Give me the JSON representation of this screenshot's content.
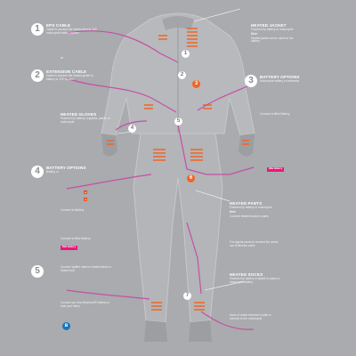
{
  "colors": {
    "background": "#a9abae",
    "suit": "#b6b8bb",
    "cable": "#c64fa5",
    "heater": "#f26522",
    "brand": "#e6197b"
  },
  "items": [
    {
      "num": "1",
      "title": "EPS CABLE",
      "body": "Cable to connect the heated item to 12V motorcycle battery system"
    },
    {
      "num": "2",
      "title": "EXTENSION CABLE",
      "body": "Cable to connect the heated jacket to battery or 12V system"
    },
    {
      "num": "3",
      "title": "BATTERY OPTIONS",
      "body": "Motorcycle battery or extension"
    },
    {
      "num": "4",
      "title": "BATTERY OPTIONS",
      "body": "Battery or"
    },
    {
      "num": "5",
      "title": "",
      "body": "Connect splitter cable to heated items or heated suit"
    }
  ],
  "or_text": "or",
  "heated_jacket": {
    "title": "HEATED JACKET",
    "body": "Powered by battery or motorcycle",
    "note": "Note",
    "note_body": "Heated jacket can be used on the battery"
  },
  "heated_gloves": {
    "title": "HEATED GLOVES",
    "body": "Powered by battery, regulator, jacket, or motorcycle"
  },
  "heated_pants": {
    "title": "HEATED PANTS",
    "body": "Powered by battery or motorcycle",
    "note": "Note",
    "note_body": "Connect heated socks to pants"
  },
  "heated_socks": {
    "title": "HEATED SOCKS",
    "body": "Powered by battery or jacket or pants or motorcycle battery"
  },
  "extension_note": "For regular pants to connect the socks use Extension cable",
  "battery_connect": "Connect to Battery",
  "bike_battery": "Connect to Bike Battery",
  "brand_label": "Bike Battery",
  "bluetooth_note": "Connect our new Bluetooth® battery to heat your items",
  "coiled_note": "Uses of coiled extension cable to connect to the motorcycle",
  "markers": [
    "1",
    "2",
    "3",
    "4",
    "5",
    "6",
    "7"
  ]
}
